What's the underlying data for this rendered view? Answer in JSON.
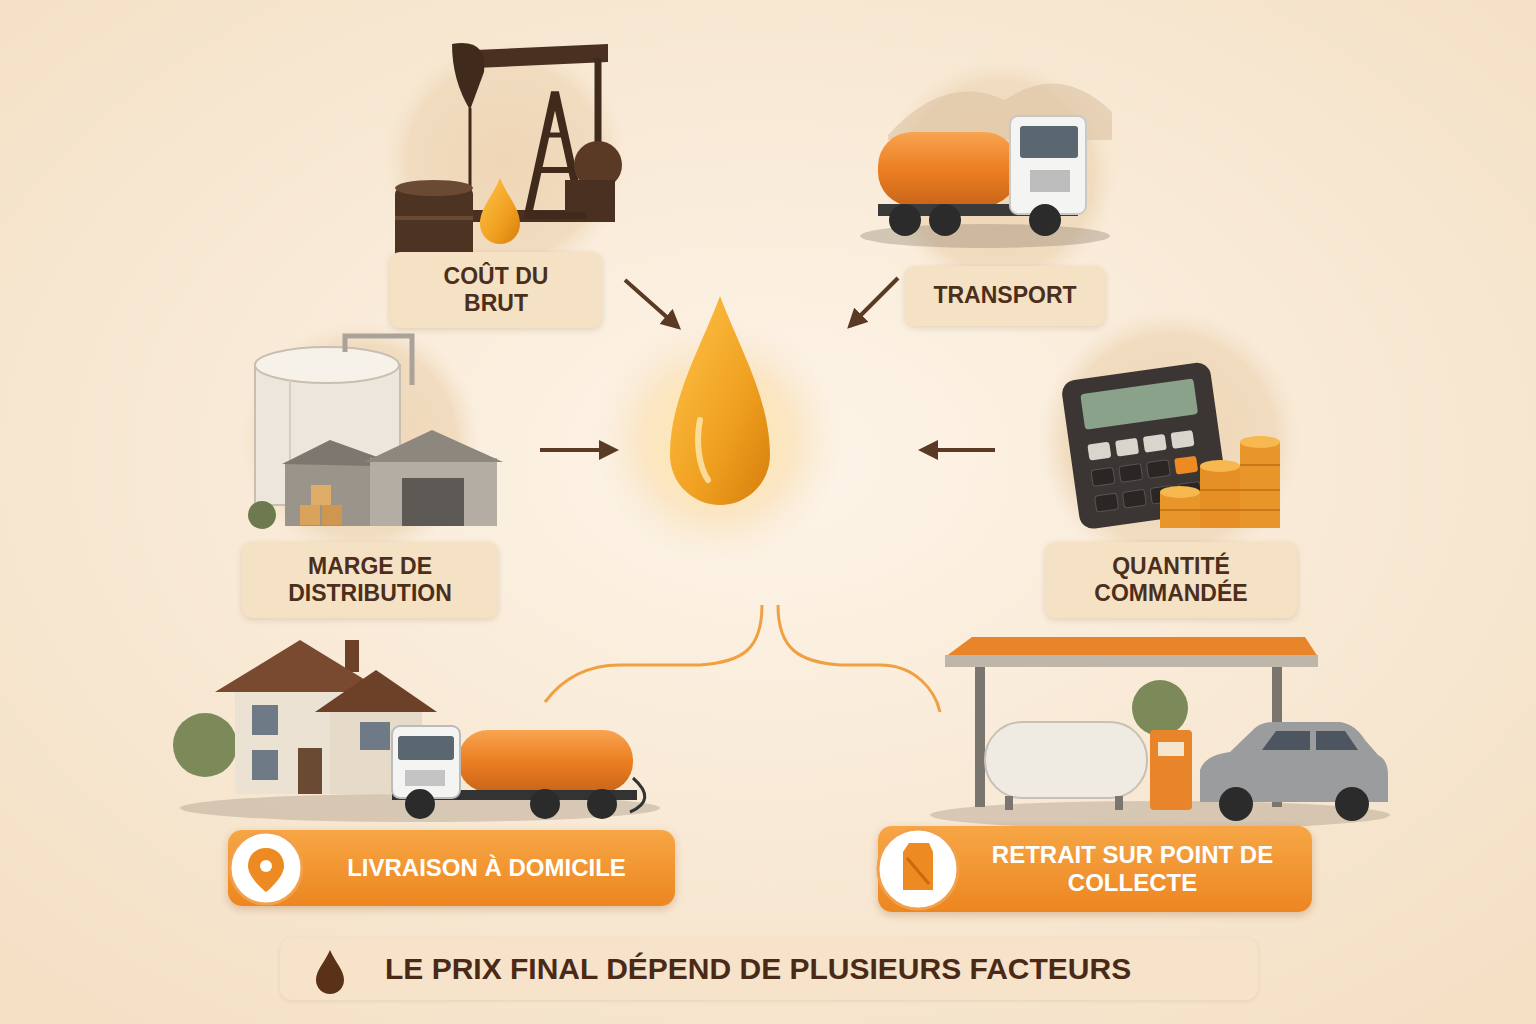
{
  "diagram": {
    "nodes": [
      {
        "text": [
          "COÛT DU BRUT"
        ]
      },
      {
        "text": [
          "TRANSPORT"
        ]
      },
      {
        "text": [
          "MARGE DE DISTRIBUTION"
        ]
      },
      {
        "text": [
          "QUANTITÉ COMMANDÉE"
        ]
      },
      {
        "text": [
          "LIVRAISON À DOMICILE"
        ]
      },
      {
        "text": [
          "RETRAIT SUR POINT DE COLLECTE"
        ]
      },
      {
        "text": [
          "LE PRIX FINAL DÉPEND DE PLUSIEURS FACTEURS"
        ]
      }
    ]
  }
}
